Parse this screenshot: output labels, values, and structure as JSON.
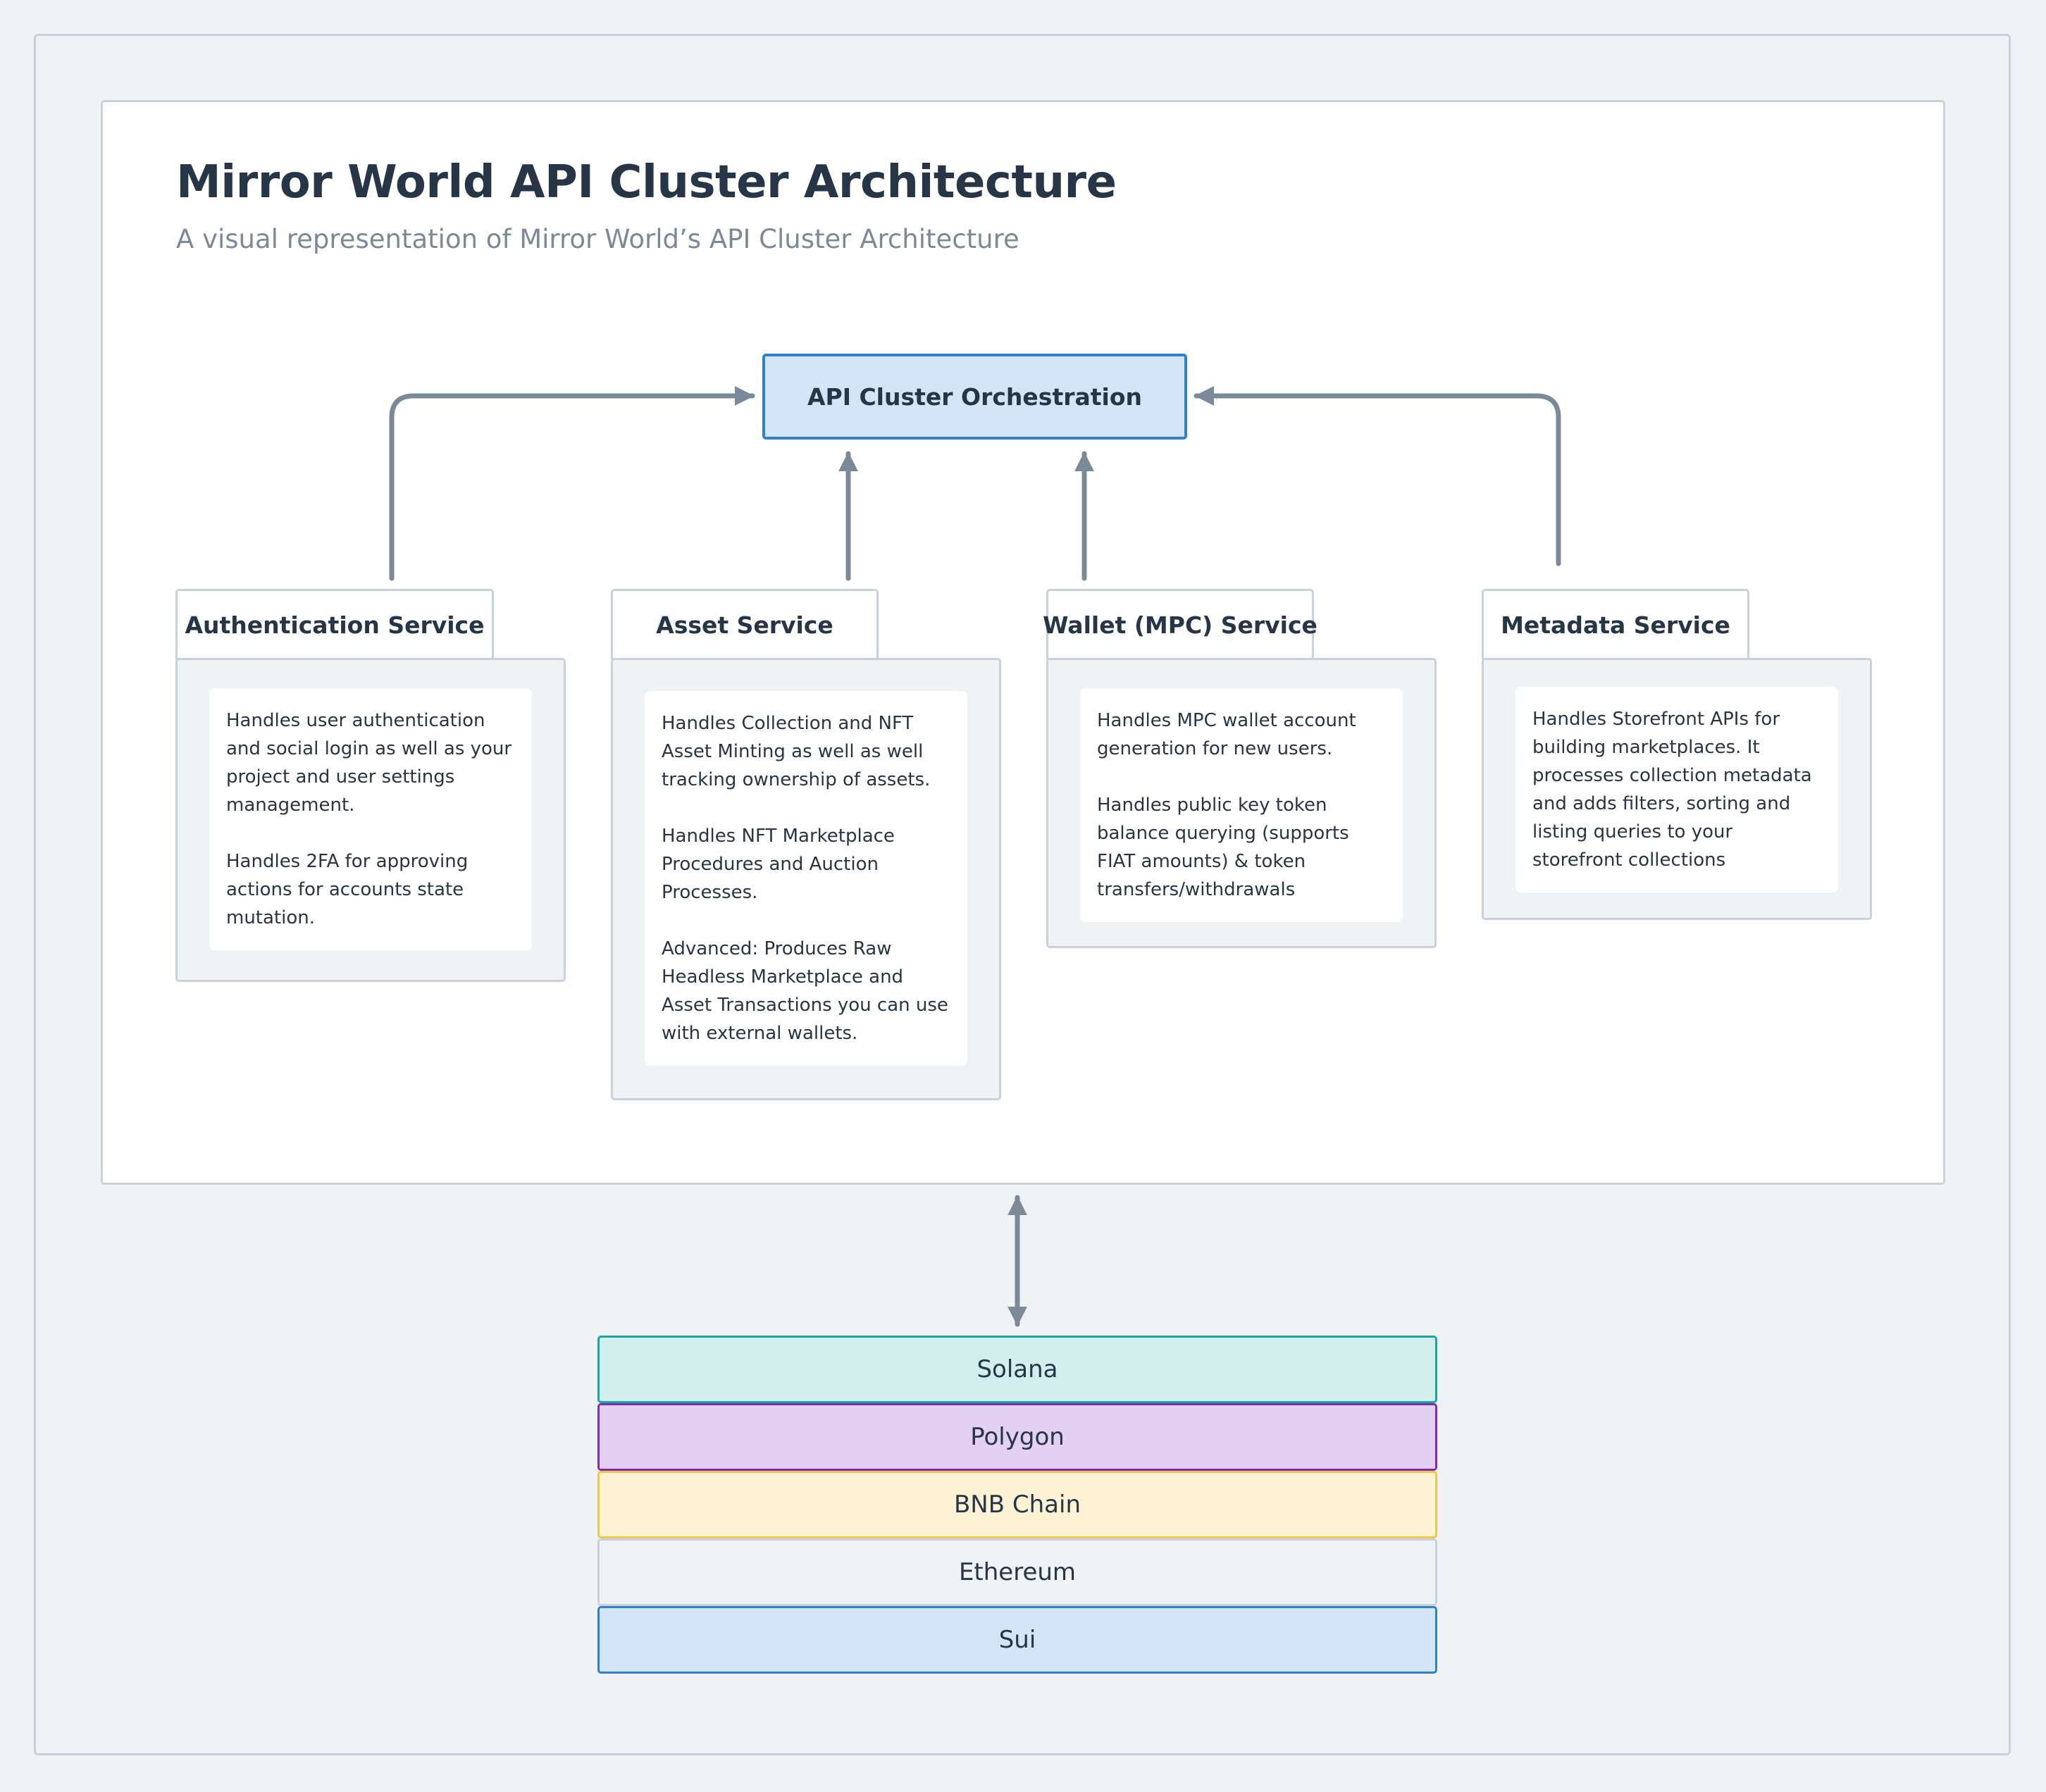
{
  "title": "Mirror World API Cluster Architecture",
  "subtitle": "A visual representation of Mirror World’s API Cluster Architecture",
  "orchestration": {
    "label": "API Cluster Orchestration"
  },
  "services": [
    {
      "name": "Authentication Service",
      "paragraphs": [
        "Handles user authentication and social login as well as your project and user settings management.",
        "Handles 2FA for approving actions for accounts state mutation."
      ]
    },
    {
      "name": "Asset Service",
      "paragraphs": [
        "Handles Collection and NFT Asset Minting as well as well tracking ownership of assets.",
        "Handles NFT Marketplace Procedures and Auction Processes.",
        "Advanced: Produces Raw Headless Marketplace and Asset Transactions you can use with external wallets."
      ]
    },
    {
      "name": "Wallet (MPC) Service",
      "paragraphs": [
        "Handles MPC wallet account generation for new users.",
        "Handles public key token balance querying (supports FIAT amounts) & token transfers/withdrawals"
      ]
    },
    {
      "name": "Metadata Service",
      "paragraphs": [
        "Handles Storefront APIs for building marketplaces. It processes collection metadata and adds filters, sorting and listing queries to your storefront collections"
      ]
    }
  ],
  "chains": [
    {
      "label": "Solana",
      "bg": "#d2efee",
      "border": "#1aa79a"
    },
    {
      "label": "Polygon",
      "bg": "#e3d0f3",
      "border": "#7b2fae"
    },
    {
      "label": "BNB Chain",
      "bg": "#fdf2d4",
      "border": "#f1c54c"
    },
    {
      "label": "Ethereum",
      "bg": "#f0f3f6",
      "border": "#c9d1da"
    },
    {
      "label": "Sui",
      "bg": "#d3e5f6",
      "border": "#2f82c8"
    }
  ],
  "colors": {
    "arrow": "#7a8a99",
    "panel_border": "#c9d1da",
    "orchestration_bg": "#d3e5f6",
    "orchestration_border": "#2f82c8"
  }
}
